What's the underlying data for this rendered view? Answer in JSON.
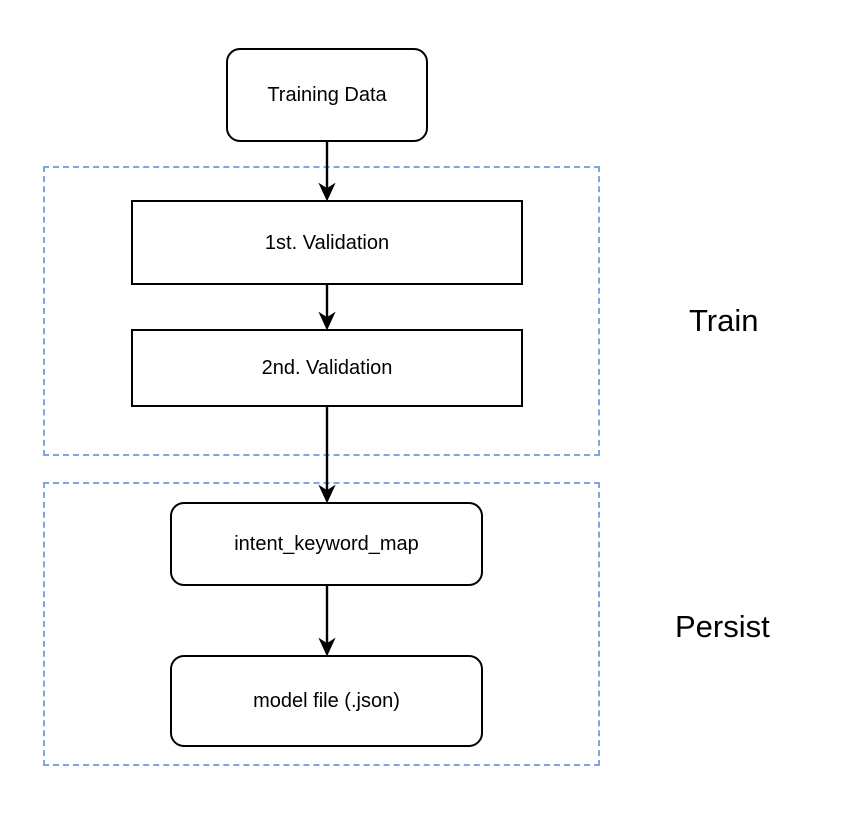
{
  "diagram": {
    "title": "Train and Persist pipeline flowchart",
    "background_color": "#ffffff",
    "node_stroke_color": "#000000",
    "group_stroke_color": "#7ea6e0",
    "edge_color": "#000000",
    "groups": [
      {
        "id": "train",
        "label": "Train"
      },
      {
        "id": "persist",
        "label": "Persist"
      }
    ],
    "nodes": [
      {
        "id": "training-data",
        "label": "Training Data",
        "shape": "rounded-rectangle"
      },
      {
        "id": "first-validation",
        "label": "1st. Validation",
        "shape": "rectangle"
      },
      {
        "id": "second-validation",
        "label": "2nd. Validation",
        "shape": "rectangle"
      },
      {
        "id": "intent-keyword-map",
        "label": "intent_keyword_map",
        "shape": "rounded-rectangle"
      },
      {
        "id": "model-file",
        "label": "model file (.json)",
        "shape": "rounded-rectangle"
      }
    ],
    "edges": [
      {
        "id": "edge-1",
        "from": "training-data",
        "to": "first-validation",
        "arrow": "single"
      },
      {
        "id": "edge-2",
        "from": "first-validation",
        "to": "second-validation",
        "arrow": "single"
      },
      {
        "id": "edge-3",
        "from": "second-validation",
        "to": "intent-keyword-map",
        "arrow": "single"
      },
      {
        "id": "edge-4",
        "from": "intent-keyword-map",
        "to": "model-file",
        "arrow": "single"
      }
    ]
  }
}
